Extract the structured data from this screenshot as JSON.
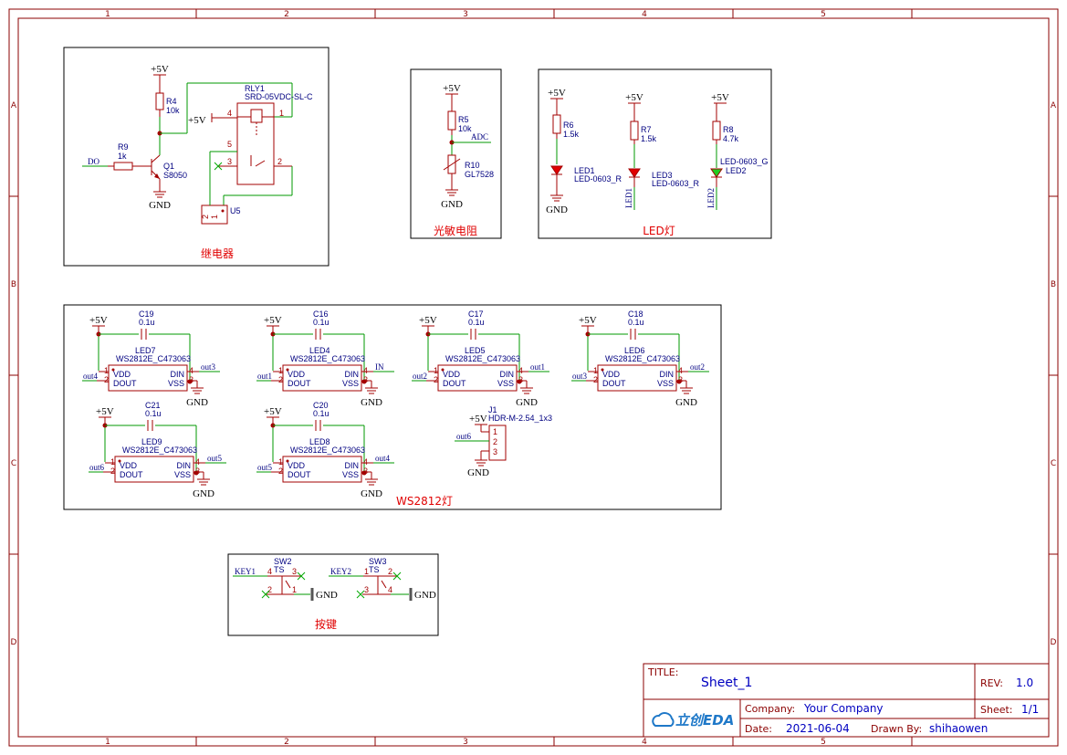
{
  "frame": {
    "columns": [
      "1",
      "2",
      "3",
      "4",
      "5"
    ],
    "rows": [
      "A",
      "B",
      "C",
      "D"
    ]
  },
  "sections": {
    "relay": "继电器",
    "photo": "光敏电阻",
    "led": "LED灯",
    "ws": "WS2812灯",
    "keys": "按键"
  },
  "relay": {
    "rly_ref": "RLY1",
    "rly_val": "SRD-05VDC-SL-C",
    "r4_ref": "R4",
    "r4_val": "10k",
    "r9_ref": "R9",
    "r9_val": "1k",
    "q1_ref": "Q1",
    "q1_val": "S8050",
    "u5_ref": "U5",
    "net_do": "DO",
    "vcc": "+5V",
    "gnd": "GND",
    "pins": [
      "4",
      "1",
      "5",
      "3",
      "2"
    ],
    "u5_pins": [
      "2",
      "1"
    ]
  },
  "photo": {
    "r5_ref": "R5",
    "r5_val": "10k",
    "r10_ref": "R10",
    "r10_val": "GL7528",
    "net_adc": "ADC",
    "vcc": "+5V",
    "gnd": "GND"
  },
  "leds": {
    "r6_ref": "R6",
    "r6_val": "1.5k",
    "r7_ref": "R7",
    "r7_val": "1.5k",
    "r8_ref": "R8",
    "r8_val": "4.7k",
    "led1_ref": "LED1",
    "led1_val": "LED-0603_R",
    "led3_ref": "LED3",
    "led3_val": "LED-0603_R",
    "led2_ref": "LED2",
    "led2_val": "LED-0603_G",
    "net_led1": "LED1",
    "net_led2": "LED2",
    "vcc": "+5V",
    "gnd": "GND"
  },
  "ws": {
    "part": "WS2812E_C473063",
    "vdd": "VDD",
    "dout": "DOUT",
    "din": "DIN",
    "vss": "VSS",
    "cap_val": "0.1u",
    "vcc": "+5V",
    "gnd": "GND",
    "units": [
      {
        "led": "LED7",
        "cap": "C19",
        "left_net": "out4",
        "right_net": "out3"
      },
      {
        "led": "LED4",
        "cap": "C16",
        "left_net": "out1",
        "right_net": "IN"
      },
      {
        "led": "LED5",
        "cap": "C17",
        "left_net": "out2",
        "right_net": "out1"
      },
      {
        "led": "LED6",
        "cap": "C18",
        "left_net": "out3",
        "right_net": "out2"
      },
      {
        "led": "LED9",
        "cap": "C21",
        "left_net": "out6",
        "right_net": "out5"
      },
      {
        "led": "LED8",
        "cap": "C20",
        "left_net": "out5",
        "right_net": "out4"
      }
    ],
    "j1_ref": "J1",
    "j1_val": "HDR-M-2.54_1x3",
    "j1_net": "out6",
    "j1_pins": [
      "1",
      "2",
      "3"
    ]
  },
  "keys": {
    "sw2_ref": "SW2",
    "sw3_ref": "SW3",
    "sw_val": "TS",
    "key1": "KEY1",
    "key2": "KEY2",
    "gnd": "GND",
    "sw2_pins": [
      "4",
      "3",
      "2",
      "1"
    ],
    "sw3_pins": [
      "1",
      "2",
      "3",
      "4"
    ]
  },
  "titleblock": {
    "title_label": "TITLE:",
    "title": "Sheet_1",
    "rev_label": "REV:",
    "rev": "1.0",
    "company_label": "Company:",
    "company": "Your Company",
    "sheet_label": "Sheet:",
    "sheet": "1/1",
    "date_label": "Date:",
    "date": "2021-06-04",
    "drawn_label": "Drawn By:",
    "drawn": "shihaowen",
    "logo_text": "立创EDA",
    "logo_color": "#1e78c8"
  }
}
